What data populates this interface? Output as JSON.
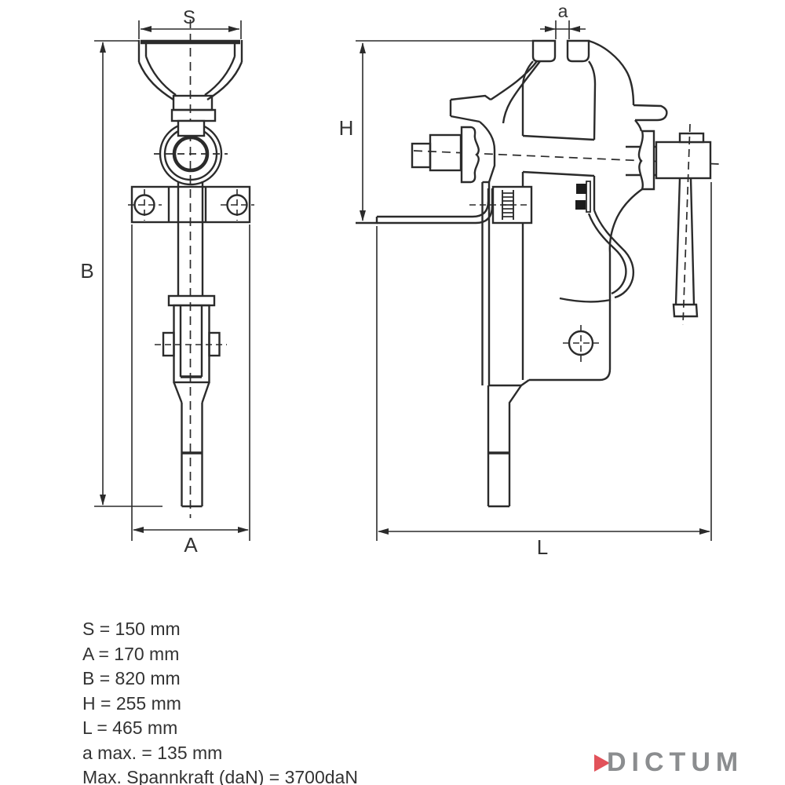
{
  "title": "Leg vise dimension drawing",
  "dims": {
    "s": "S",
    "a_width": "A",
    "b": "B",
    "h": "H",
    "l": "L",
    "jaw": "a"
  },
  "legend": [
    "S = 150 mm",
    "A = 170 mm",
    "B = 820 mm",
    "H = 255 mm",
    "L = 465 mm",
    "a max. = 135 mm",
    "Max. Spannkraft (daN) = 3700daN"
  ],
  "specs": {
    "S_mm": 150,
    "A_mm": 170,
    "B_mm": 820,
    "H_mm": 255,
    "L_mm": 465,
    "a_max_mm": 135,
    "max_spannkraft_daN": 3700
  },
  "logo": {
    "text": "DICTUM"
  },
  "colors": {
    "line": "#2b2b2b",
    "text": "#333333",
    "logo_gray": "#8b8d8f",
    "logo_red": "#e2525a",
    "background": "#ffffff"
  }
}
